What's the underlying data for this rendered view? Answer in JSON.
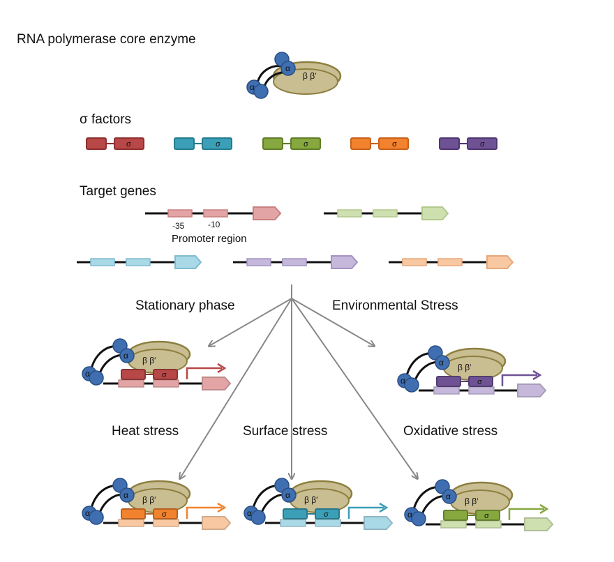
{
  "labels": {
    "core_enzyme_title": "RNA polymerase core enzyme",
    "sigma_title": "σ factors",
    "target_genes_title": "Target genes",
    "minus35": "-35",
    "minus10": "-10",
    "promoter_region": "Promoter region",
    "stationary": "Stationary phase",
    "environmental": "Environmental Stress",
    "heat": "Heat stress",
    "surface": "Surface stress",
    "oxidative": "Oxidative  stress"
  },
  "symbols": {
    "alpha": "α",
    "beta_beta_prime": "β β′",
    "sigma": "σ"
  },
  "colors": {
    "red": "#b84747",
    "red_light": "#e2a4a4",
    "blue": "#3a9fb7",
    "blue_light": "#a9d8e6",
    "green": "#86a83f",
    "green_light": "#cfe0b0",
    "orange": "#f2822e",
    "orange_light": "#f8c8a2",
    "purple": "#6e5294",
    "purple_light": "#c5b8da",
    "alpha_blue": "#3f6fb0",
    "enzyme_tan": "#c9bd92",
    "enzyme_edge": "#8c7f3f",
    "arrow_gray": "#888888"
  }
}
